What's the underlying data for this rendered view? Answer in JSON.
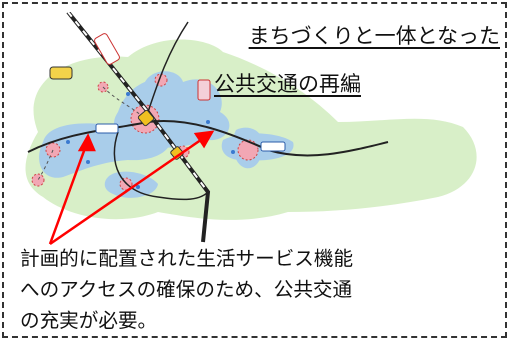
{
  "title": {
    "line1": "まちづくりと一体となった",
    "line2": "公共交通の再編"
  },
  "description": {
    "lines": [
      "計画的に配置された生活サービス機能",
      "へのアクセスの確保のため、公共交通",
      "の充実が必要。"
    ]
  },
  "colors": {
    "green_area": "#d8efc8",
    "blue_zone": "#a9cdea",
    "pink_node": "#f2a7b4",
    "arrow": "#ff0000",
    "route": "#222222"
  }
}
